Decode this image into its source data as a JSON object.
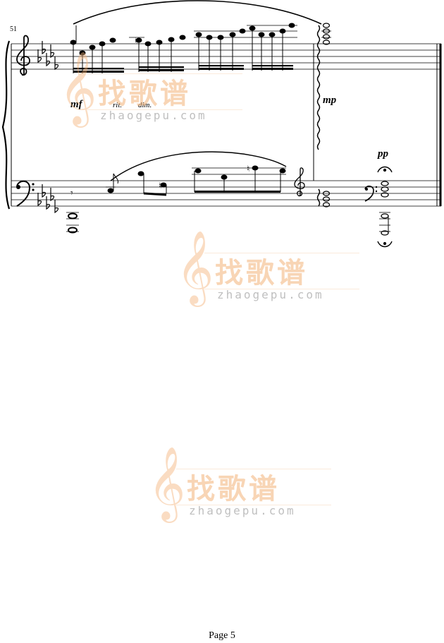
{
  "score": {
    "measure_number": "51",
    "dynamics": {
      "treble_start": "mf",
      "treble_end": "mp",
      "bass_end": "pp"
    },
    "tempo_markings": {
      "ritardando": "rit.",
      "diminuendo": "dim."
    }
  },
  "watermark": {
    "brand": "找歌谱",
    "url": "zhaogepu.com"
  },
  "footer": {
    "page_label": "Page 5"
  },
  "colors": {
    "ink": "#000000",
    "watermark_orange": "#f4b37a",
    "watermark_blue": "#6ab0e8"
  }
}
